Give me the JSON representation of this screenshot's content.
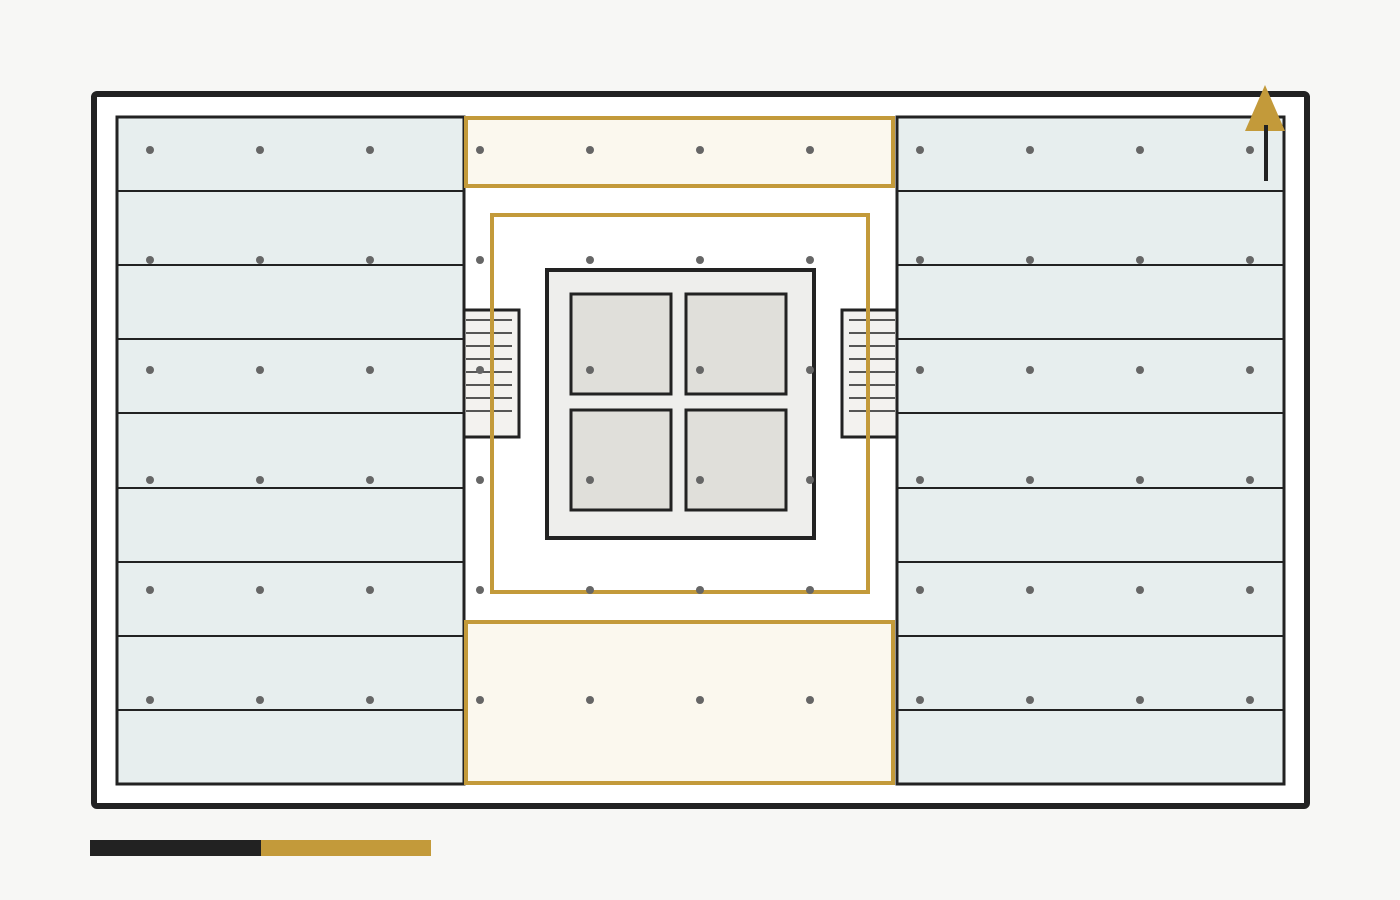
{
  "plan": {
    "colors": {
      "background": "#f7f7f5",
      "outline": "#222222",
      "accent": "#c39a3a",
      "office_fill": "#e7eeee",
      "accent_fill": "#fbf8ee",
      "core_fill": "#eeeeec",
      "core_room_fill": "#e0dfda",
      "interior": "#ffffff",
      "stair_fill": "#f3f2ef",
      "column_dot": "#666666"
    },
    "left_wing_bays": 9,
    "right_wing_bays": 9,
    "core_rooms": 4,
    "stair_cores": 2,
    "north_arrow": {
      "icon": "north-arrow-icon"
    },
    "scale_bar": {
      "segments": 2
    }
  }
}
